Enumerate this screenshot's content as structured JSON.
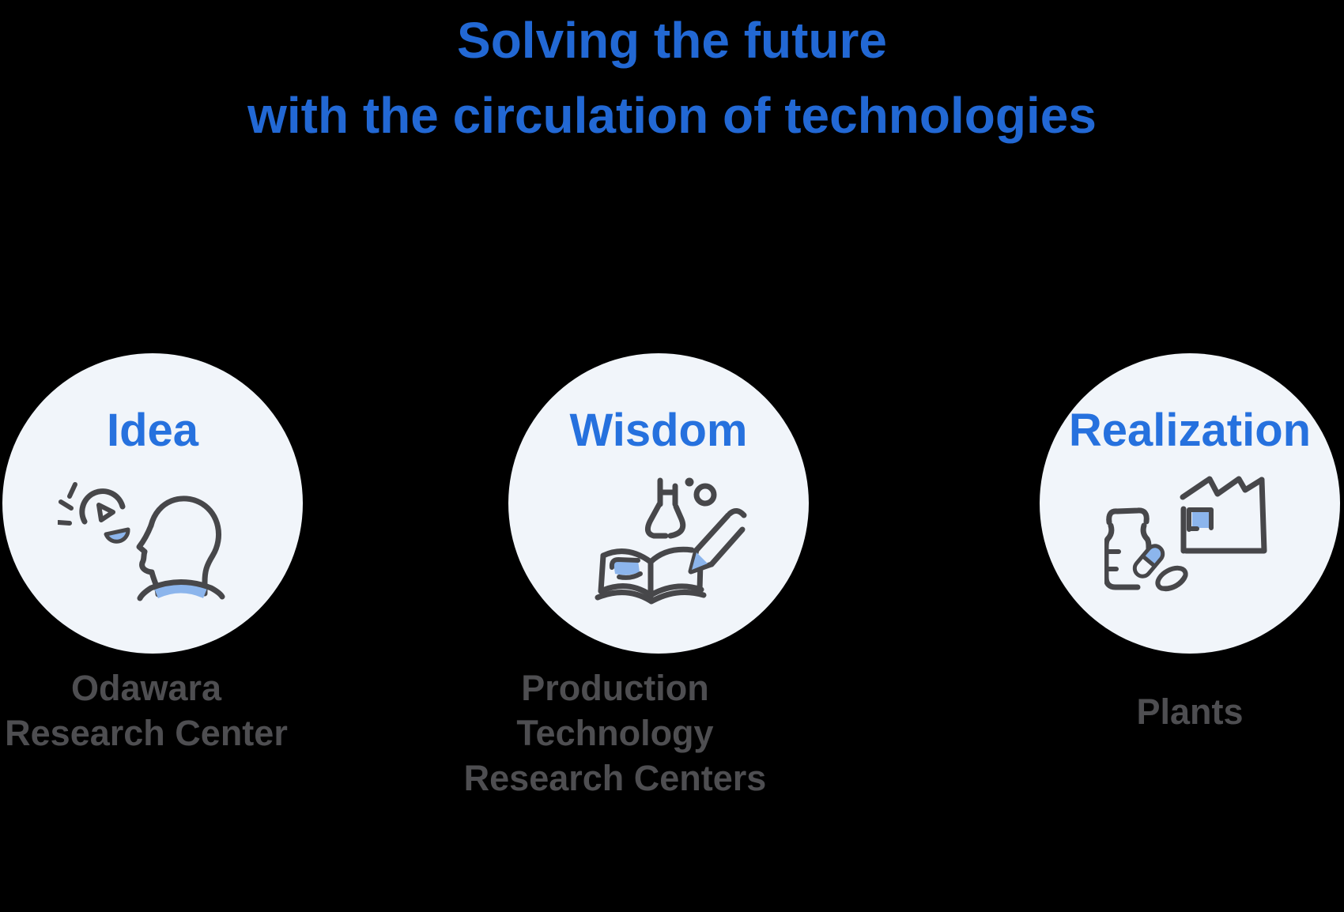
{
  "title": {
    "line1": "Solving the future",
    "line2": "with the circulation of technologies"
  },
  "nodes": [
    {
      "label": "Idea",
      "caption_lines": [
        "Odawara",
        "Research Center"
      ],
      "icon": "lightbulb-head-icon"
    },
    {
      "label": "Wisdom",
      "caption_lines": [
        "Production Technology",
        "Research Centers"
      ],
      "icon": "book-flask-pencil-icon"
    },
    {
      "label": "Realization",
      "caption_lines": [
        "Plants"
      ],
      "icon": "factory-medicine-icon"
    }
  ],
  "arrows": [
    {
      "name": "idea-to-wisdom",
      "direction": "right",
      "position": "top"
    },
    {
      "name": "wisdom-to-realization",
      "direction": "right",
      "position": "top"
    },
    {
      "name": "wisdom-to-idea",
      "direction": "left",
      "position": "bottom"
    },
    {
      "name": "realization-to-wisdom",
      "direction": "left",
      "position": "bottom"
    }
  ],
  "colors": {
    "accent": "#2268d4",
    "label": "#2671de",
    "arrow": "#94b6ea",
    "circle": "#f1f5fa",
    "ink": "#47474a",
    "iconblue": "#8cb5ec",
    "caption": "#4e4e51",
    "bg": "#000000"
  }
}
